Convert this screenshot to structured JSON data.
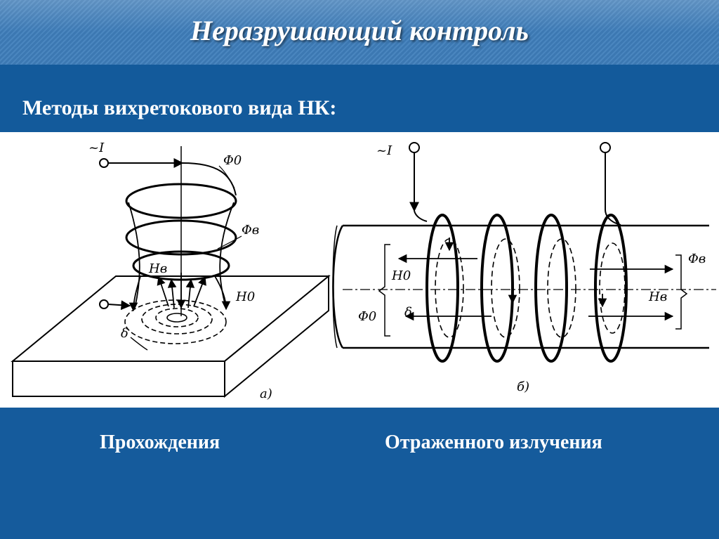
{
  "header": {
    "title": "Неразрушающий контроль"
  },
  "subheader": {
    "text": "Методы вихретокового вида НК:"
  },
  "diagram_a": {
    "current_label": "~I",
    "flux_primary": "Φ0",
    "flux_eddy": "Φв",
    "field_eddy": "Hв",
    "field_primary": "H0",
    "depth_label": "δ",
    "panel_label": "а)"
  },
  "diagram_b": {
    "current_label": "~I",
    "field_primary": "H0",
    "flux_primary": "Φ0",
    "depth_label": "δ",
    "flux_eddy": "Φв",
    "field_eddy": "Hв",
    "panel_label": "б)"
  },
  "captions": {
    "left": "Прохождения",
    "right": "Отраженного излучения"
  }
}
